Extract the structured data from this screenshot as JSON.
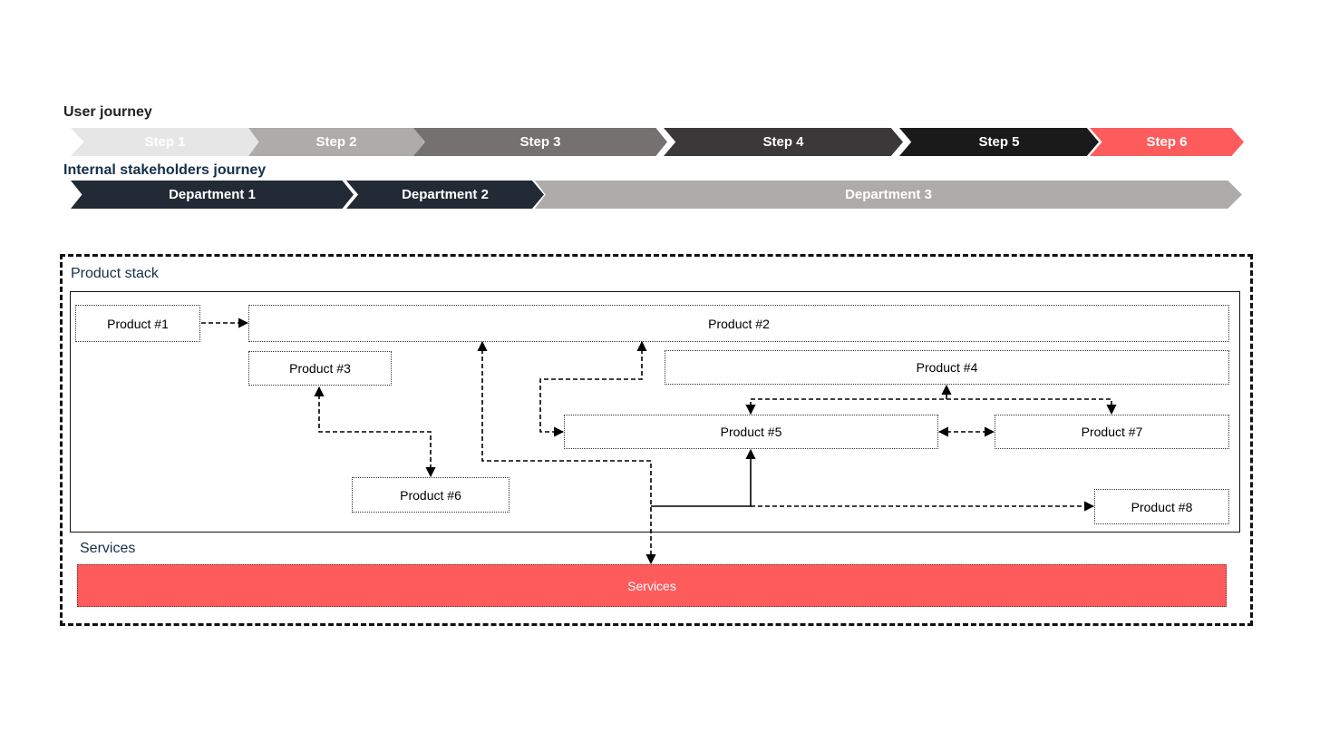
{
  "user_journey": {
    "title": "User journey",
    "steps": [
      {
        "label": "Step 1",
        "color": "#e6e6e6"
      },
      {
        "label": "Step 2",
        "color": "#aeabab"
      },
      {
        "label": "Step 3",
        "color": "#767171"
      },
      {
        "label": "Step 4",
        "color": "#3a3838"
      },
      {
        "label": "Step 5",
        "color": "#1a1a1a"
      },
      {
        "label": "Step 6",
        "color": "#fe5b5c"
      }
    ]
  },
  "stakeholders_journey": {
    "title": "Internal stakeholders journey",
    "departments": [
      {
        "label": "Department 1",
        "color": "#222a35"
      },
      {
        "label": "Department 2",
        "color": "#222a35"
      },
      {
        "label": "Department 3",
        "color": "#aeabab"
      }
    ]
  },
  "product_stack": {
    "title": "Product stack",
    "products": [
      "Product #1",
      "Product #2",
      "Product #3",
      "Product #4",
      "Product #5",
      "Product #6",
      "Product #7",
      "Product #8"
    ]
  },
  "services": {
    "title": "Services",
    "bar_label": "Services",
    "color": "#fe5b5c"
  }
}
